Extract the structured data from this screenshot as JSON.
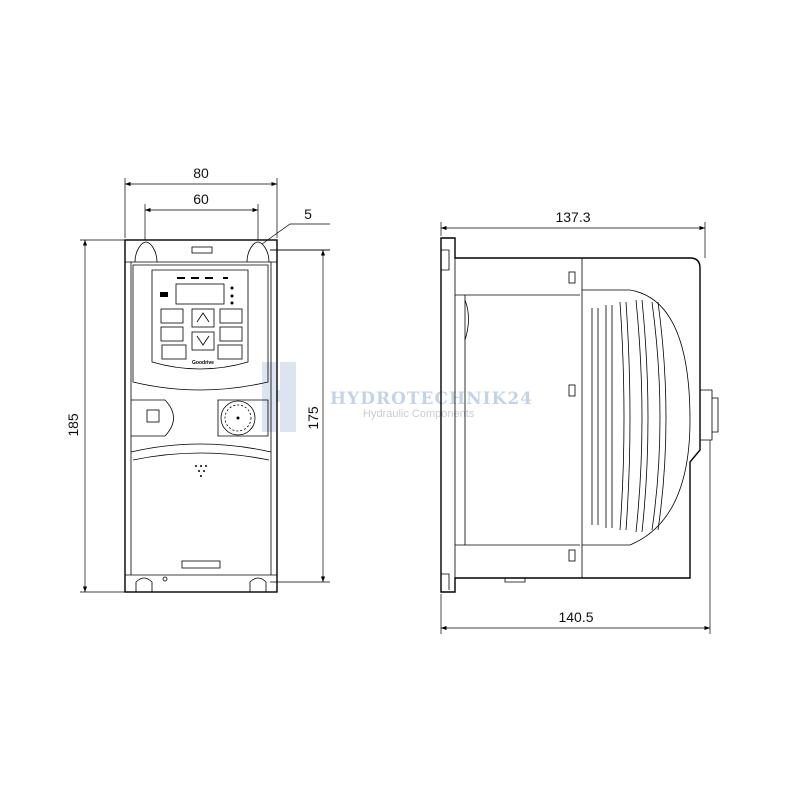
{
  "front_view": {
    "dimensions": {
      "width_overall": "80",
      "mount_hole_spacing": "60",
      "hole_offset": "5",
      "height_overall": "185",
      "mount_hole_height": "175"
    },
    "keypad_brand": "Goodrive"
  },
  "side_view": {
    "dimensions": {
      "depth_body": "137.3",
      "depth_overall": "140.5"
    }
  },
  "watermark": {
    "title": "HYDROTECHNIK24",
    "subtitle": "Hydraulic Components"
  },
  "colors": {
    "line": "#000000",
    "watermark": "#c5d3e6"
  }
}
